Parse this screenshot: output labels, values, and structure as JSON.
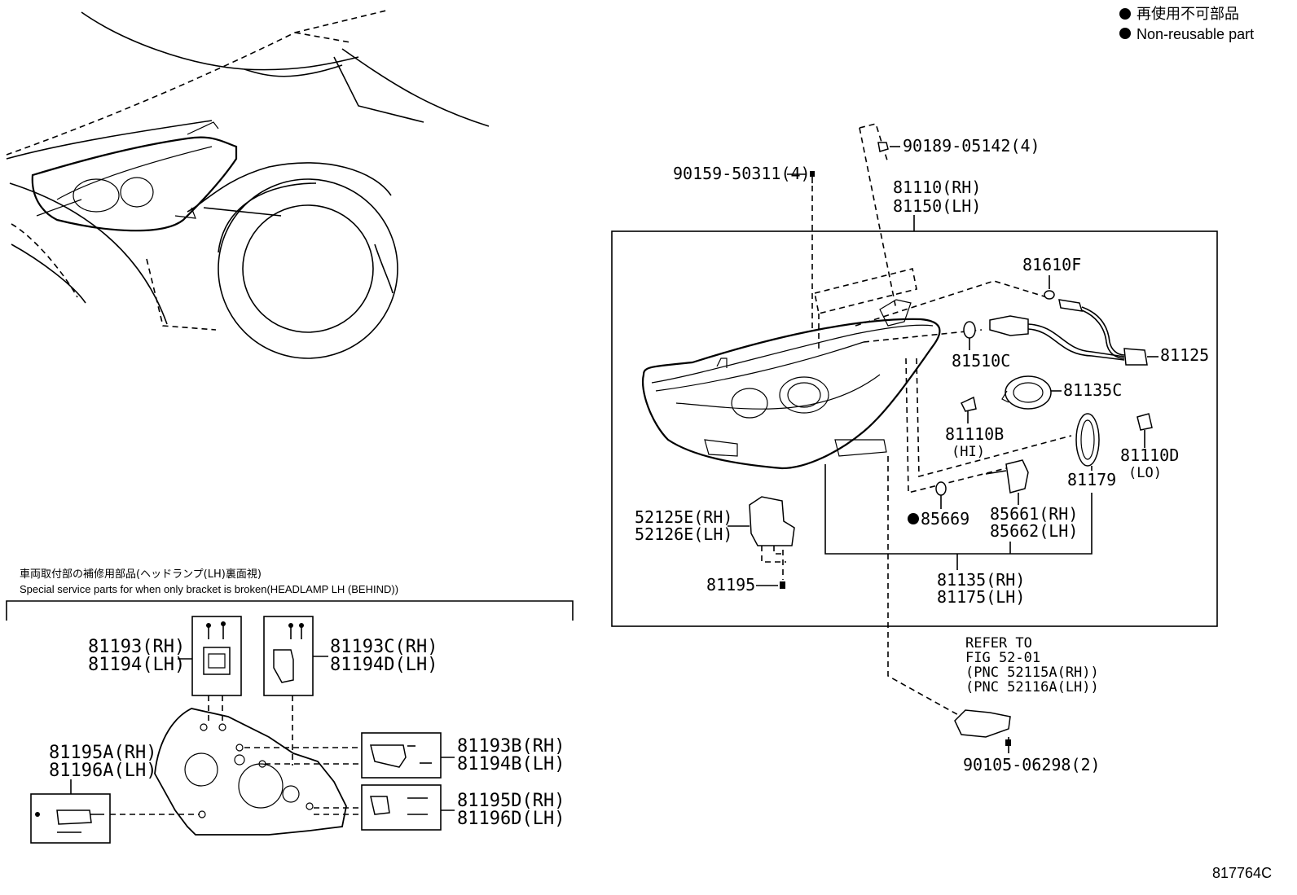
{
  "legend": {
    "line_jp": "再使用不可部品",
    "line_en": "Non-reusable part"
  },
  "figure_number": "817764C",
  "callouts": {
    "p90189": "90189-05142(4)",
    "p90159": "90159-50311(4)",
    "p81110_rh": "81110(RH)",
    "p81150_lh": "81150(LH)",
    "p81610f": "81610F",
    "p81510c": "81510C",
    "p81125": "81125",
    "p81135c": "81135C",
    "p81110b": "81110B",
    "p81110b_sub": "(HI)",
    "p81110d": "81110D",
    "p81110d_sub": "(LO)",
    "p81179": "81179",
    "p52125e": "52125E(RH)",
    "p52126e": "52126E(LH)",
    "p85669": "85669",
    "p85661": "85661(RH)",
    "p85662": "85662(LH)",
    "p81195": "81195",
    "p81135_rh": "81135(RH)",
    "p81175_lh": "81175(LH)",
    "refer_1": "REFER TO",
    "refer_2": "FIG 52-01",
    "refer_3": "(PNC 52115A(RH))",
    "refer_4": "(PNC 52116A(LH))",
    "p90105": "90105-06298(2)"
  },
  "service_parts": {
    "header_jp": "車両取付部の補修用部品(ヘッドランプ(LH)裏面視)",
    "header_en": "Special service parts for when only bracket is broken(HEADLAMP LH (BEHIND))",
    "p81193": "81193(RH)",
    "p81194": "81194(LH)",
    "p81193c": "81193C(RH)",
    "p81194d": "81194D(LH)",
    "p81195a": "81195A(RH)",
    "p81196a": "81196A(LH)",
    "p81193b": "81193B(RH)",
    "p81194b": "81194B(LH)",
    "p81195d": "81195D(RH)",
    "p81196d": "81196D(LH)"
  }
}
